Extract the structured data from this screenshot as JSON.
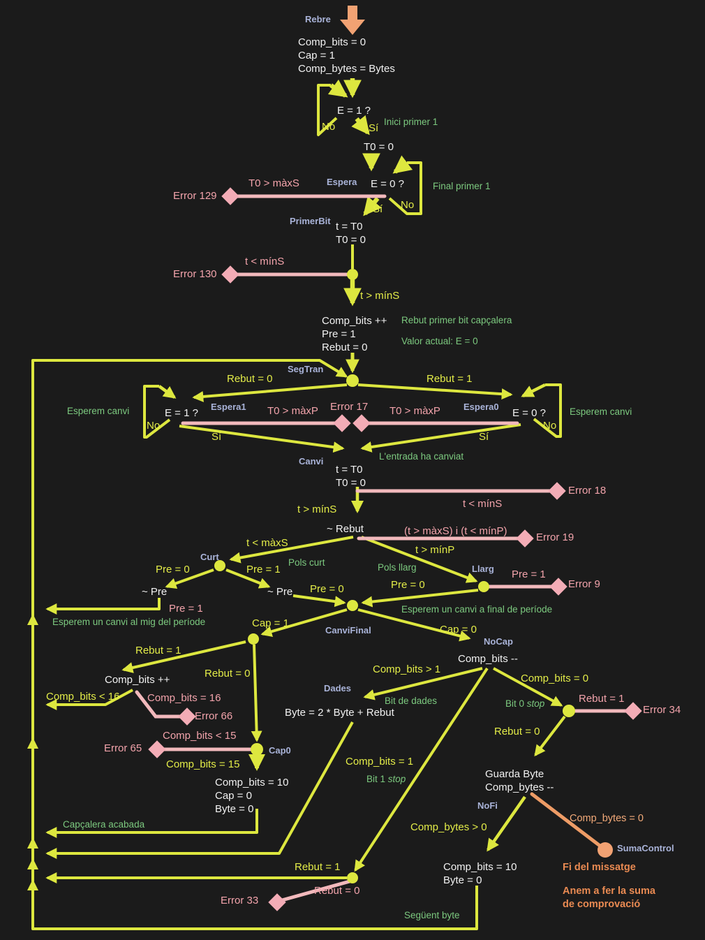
{
  "palette": {
    "background": "#1b1b1b",
    "flow_yellow": "#dde73f",
    "error_pink_line": "#f2b9bc",
    "error_pink_text": "#f2a3ab",
    "state_lavender": "#a9b3d8",
    "note_green": "#7cc97f",
    "action_white": "#f1f1f1",
    "accent_orange": "#ee9c66"
  },
  "states": {
    "rebre": "Rebre",
    "espera": "Espera",
    "primerbit": "PrimerBit",
    "segtran": "SegTran",
    "espera1": "Espera1",
    "espera0": "Espera0",
    "canvi": "Canvi",
    "curt": "Curt",
    "llarg": "Llarg",
    "canvifinal": "CanviFinal",
    "nocap": "NoCap",
    "dades": "Dades",
    "cap0": "Cap0",
    "nofi": "NoFi",
    "sumacontrol": "SumaControl"
  },
  "decisions": {
    "e1_top": "E = 1 ?",
    "t0zero": "T0 = 0",
    "e0_top": "E = 0 ?",
    "e1_espera1": "E = 1 ?",
    "e0_espera0": "E = 0 ?",
    "not_rebut": "~ Rebut",
    "not_pre_l": "~ Pre",
    "not_pre_r": "~ Pre"
  },
  "blocks": {
    "init": "Comp_bits = 0\nCap = 1\nComp_bytes = Bytes",
    "primerbit": "t = T0\nT0 = 0",
    "firstbit": "Comp_bits ++\nPre = 1\nRebut = 0",
    "canvi": "t = T0\nT0 = 0",
    "inc": "Comp_bits ++",
    "bytecalc": "Byte = 2 * Byte + Rebut",
    "dec": "Comp_bits --",
    "capreset": "Comp_bits = 10\nCap = 0\nByte = 0",
    "guarda": "Guarda Byte\nComp_bytes --",
    "nextbyte": "Comp_bits = 10\nByte = 0"
  },
  "cond": {
    "no_top": "No",
    "si_top": "Sí",
    "si_e0": "Sí",
    "no_e0": "No",
    "t_gt_mins1": "t > mínS",
    "rebut0_seg": "Rebut = 0",
    "rebut1_seg": "Rebut = 1",
    "no_esp1": "No",
    "si_esp1": "Sí",
    "no_esp0": "No",
    "si_esp0": "Sí",
    "t_gt_mins2": "t > mínS",
    "t_gt_minp": "t > mínP",
    "t_lt_maxs": "t < màxS",
    "pre0_curt": "Pre = 0",
    "pre1_curt": "Pre = 1",
    "pre0_cf1": "Pre = 0",
    "pre0_cf2": "Pre = 0",
    "cap1": "Cap = 1",
    "cap0": "Cap = 0",
    "rebut1_j": "Rebut = 1",
    "rebut0_j": "Rebut = 0",
    "cb_lt16": "Comp_bits < 16",
    "cb_gt1": "Comp_bits > 1",
    "cb_eq0": "Comp_bits = 0",
    "cb_eq15": "Comp_bits = 15",
    "cb_eq1": "Comp_bits = 1",
    "rebut0_bit0": "Rebut = 0",
    "cbytes_gt0": "Comp_bytes > 0",
    "rebut1_bot": "Rebut = 1"
  },
  "pink": {
    "t0_maxs": "T0 > màxS",
    "err129": "Error 129",
    "t_lt_mins1": "t < mínS",
    "err130": "Error 130",
    "t0_maxp_l": "T0 > màxP",
    "err17": "Error 17",
    "t0_maxp_r": "T0 > màxP",
    "t_lt_mins2": "t < mínS",
    "err18": "Error 18",
    "maxs_minp": "(t > màxS) i (t < mínP)",
    "err19": "Error 19",
    "pre1_err9": "Pre = 1",
    "err9": "Error 9",
    "pre1_back": "Pre = 1",
    "cb_eq16": "Comp_bits = 16",
    "err66": "Error 66",
    "cb_lt15": "Comp_bits < 15",
    "err65": "Error 65",
    "rebut1_err34": "Rebut = 1",
    "err34": "Error 34",
    "rebut0_err33": "Rebut = 0",
    "err33": "Error 33"
  },
  "notes": {
    "inici": "Inici primer 1",
    "final": "Final primer 1",
    "rebut_primer": "Rebut primer bit capçalera",
    "valor": "Valor actual:  E = 0",
    "esperem_l": "Esperem canvi",
    "esperem_r": "Esperem canvi",
    "entrada": "L'entrada ha canviat",
    "pols_curt": "Pols curt",
    "pols_llarg": "Pols llarg",
    "esperem_mig": "Esperem un canvi al mig del període",
    "esperem_final": "Esperem un canvi a final de període",
    "bit_dades": "Bit de dades",
    "bit0": "Bit 0",
    "bit1": "Bit 1",
    "stop": "stop",
    "capcalera": "Capçalera acabada",
    "seguent": "Següent byte"
  },
  "orange": {
    "cbytes0": "Comp_bytes = 0",
    "fi": "Fi del missatge",
    "anem": "Anem a fer la suma\nde comprovació"
  }
}
